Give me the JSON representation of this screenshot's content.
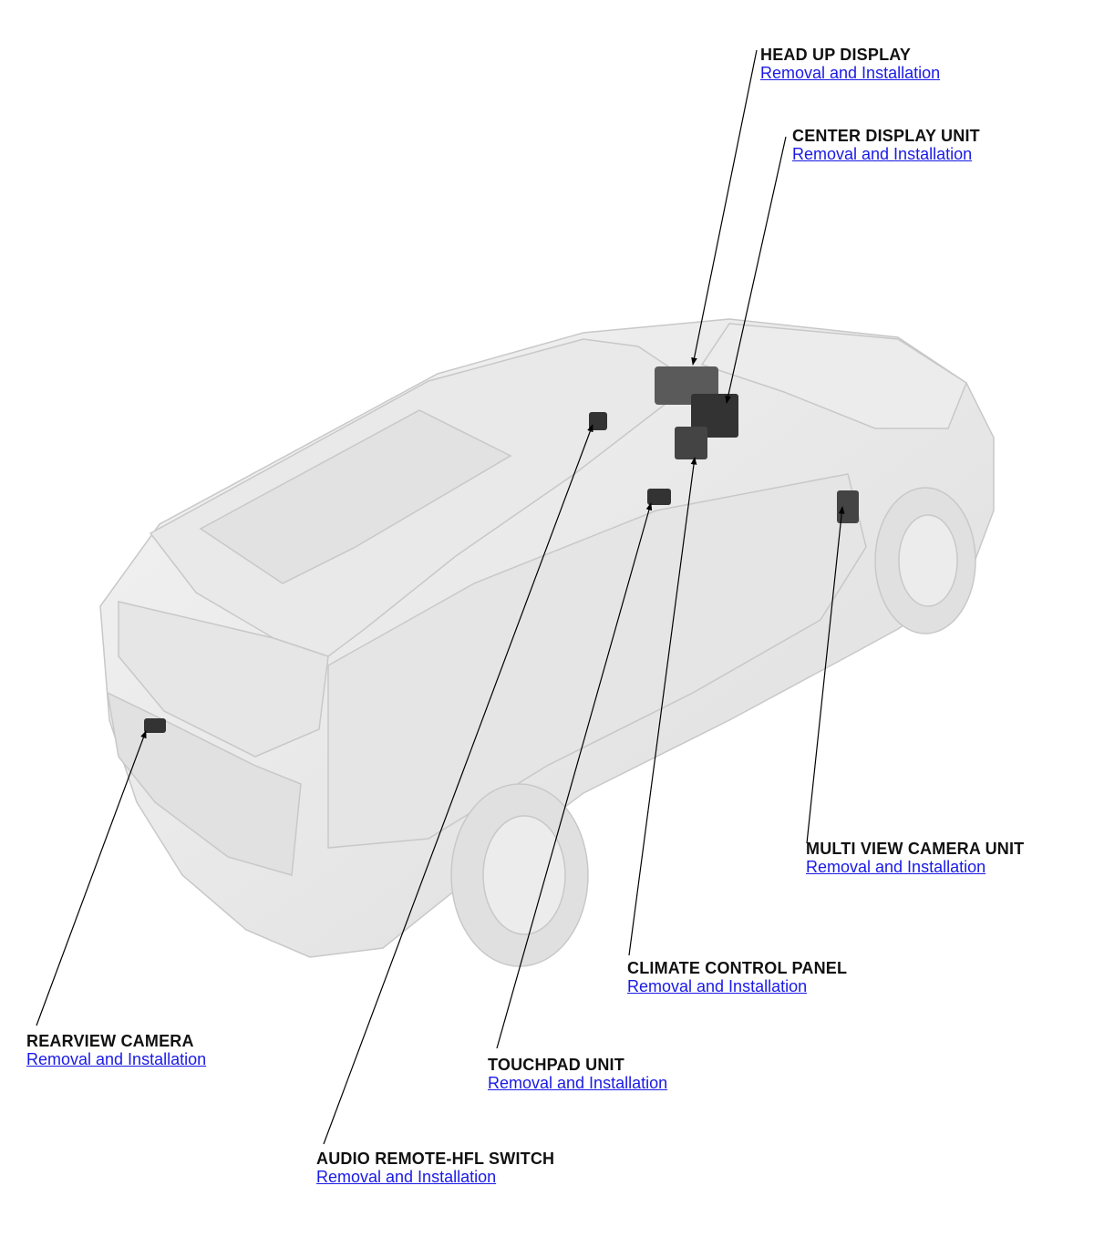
{
  "link_color": "#1a1ae6",
  "callouts": [
    {
      "key": "hud",
      "title": "HEAD UP DISPLAY",
      "link": "Removal and Installation"
    },
    {
      "key": "center_display",
      "title": "CENTER DISPLAY UNIT",
      "link": "Removal and Installation"
    },
    {
      "key": "multi_view_camera",
      "title": "MULTI VIEW CAMERA UNIT",
      "link": "Removal and Installation"
    },
    {
      "key": "climate_control",
      "title": "CLIMATE CONTROL PANEL",
      "link": "Removal and Installation"
    },
    {
      "key": "rearview_camera",
      "title": "REARVIEW CAMERA",
      "link": "Removal and Installation"
    },
    {
      "key": "touchpad",
      "title": "TOUCHPAD UNIT",
      "link": "Removal and Installation"
    },
    {
      "key": "audio_remote",
      "title": "AUDIO REMOTE-HFL SWITCH",
      "link": "Removal and Installation"
    }
  ]
}
